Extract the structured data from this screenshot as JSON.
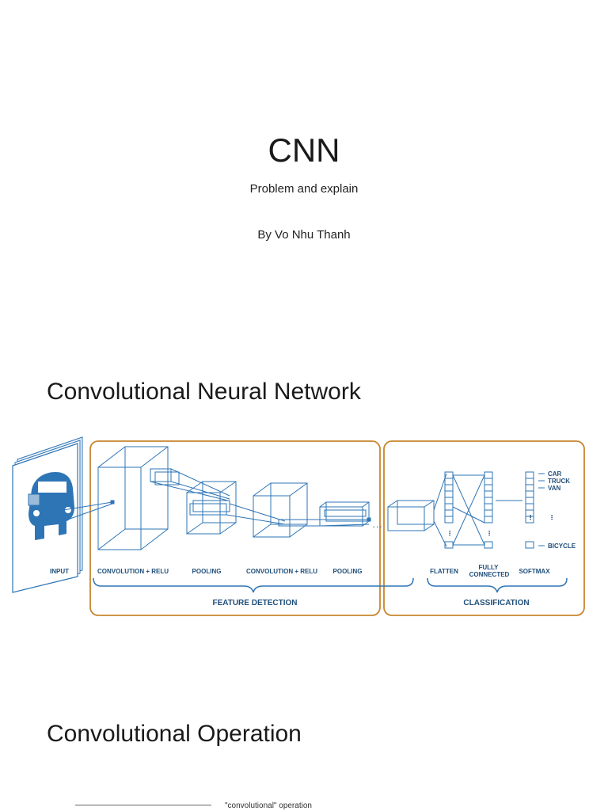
{
  "slide1": {
    "title": "CNN",
    "subtitle": "Problem and explain",
    "author": "By Vo Nhu Thanh"
  },
  "slide2": {
    "heading": "Convolutional Neural Network",
    "diagram": {
      "stage_labels": {
        "input": "INPUT",
        "conv1": "CONVOLUTION + RELU",
        "pool1": "POOLING",
        "conv2": "CONVOLUTION + RELU",
        "pool2": "POOLING",
        "flatten": "FLATTEN",
        "fully_connected_1": "FULLY",
        "fully_connected_2": "CONNECTED",
        "softmax": "SOFTMAX"
      },
      "group_labels": {
        "feature_detection": "FEATURE DETECTION",
        "classification": "CLASSIFICATION"
      },
      "classes": [
        "CAR",
        "TRUCK",
        "VAN",
        "BICYCLE"
      ],
      "colors": {
        "accent_orange": "#c8862e",
        "diagram_blue": "#2e75b6",
        "label_blue": "#1f4e79"
      }
    }
  },
  "slide3": {
    "heading": "Convolutional Operation",
    "snippet_text": "\"convolutional\" operation"
  }
}
